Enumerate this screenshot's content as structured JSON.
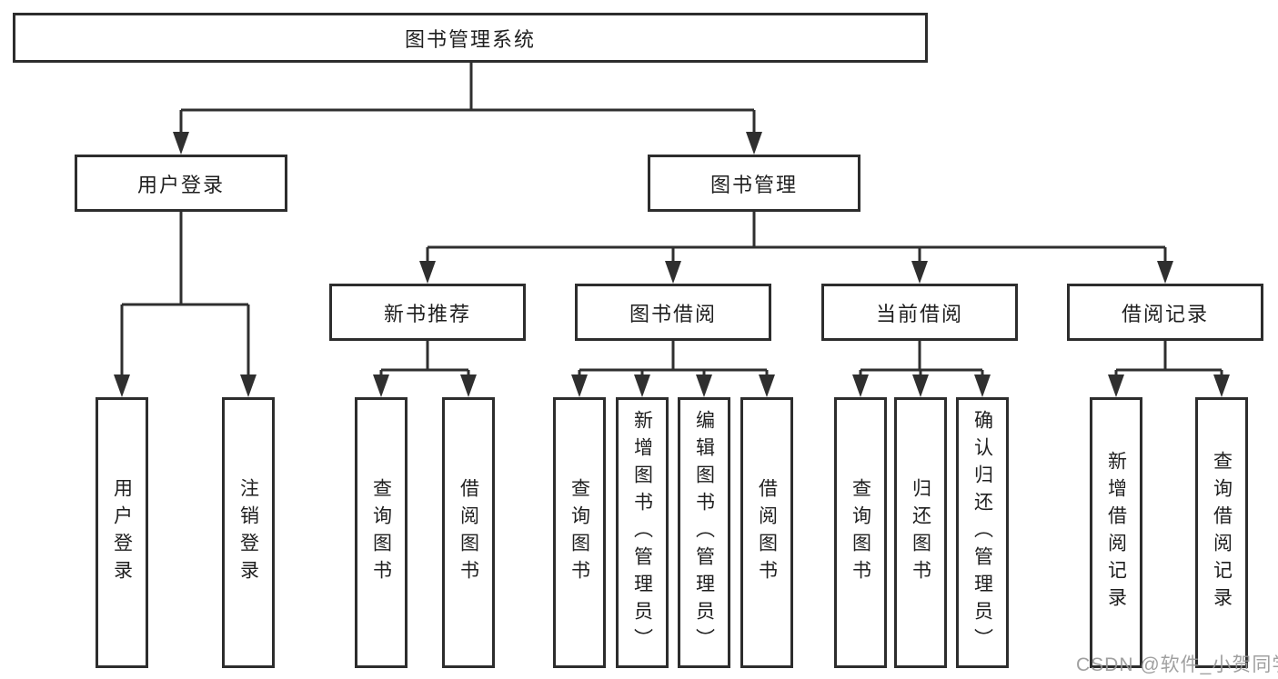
{
  "diagram": {
    "root": {
      "label": "图书管理系统",
      "children": [
        {
          "label": "用户登录",
          "children": [
            {
              "label": "用户登录"
            },
            {
              "label": "注销登录"
            }
          ]
        },
        {
          "label": "图书管理",
          "children": [
            {
              "label": "新书推荐",
              "children": [
                {
                  "label": "查询图书"
                },
                {
                  "label": "借阅图书"
                }
              ]
            },
            {
              "label": "图书借阅",
              "children": [
                {
                  "label": "查询图书"
                },
                {
                  "label": "新增图书（管理员）"
                },
                {
                  "label": "编辑图书（管理员）"
                },
                {
                  "label": "借阅图书"
                }
              ]
            },
            {
              "label": "当前借阅",
              "children": [
                {
                  "label": "查询图书"
                },
                {
                  "label": "归还图书"
                },
                {
                  "label": "确认归还（管理员）"
                }
              ]
            },
            {
              "label": "借阅记录",
              "children": [
                {
                  "label": "新增借阅记录"
                },
                {
                  "label": "查询借阅记录"
                }
              ]
            }
          ]
        }
      ]
    },
    "colors": {
      "line": "#2f2f2f",
      "box_border": "#2d2d2d",
      "text": "#1f1f1f",
      "watermark": "#969696",
      "background": "#ffffff"
    }
  },
  "watermark": {
    "text": "CSDN @软件_小贺同学"
  }
}
